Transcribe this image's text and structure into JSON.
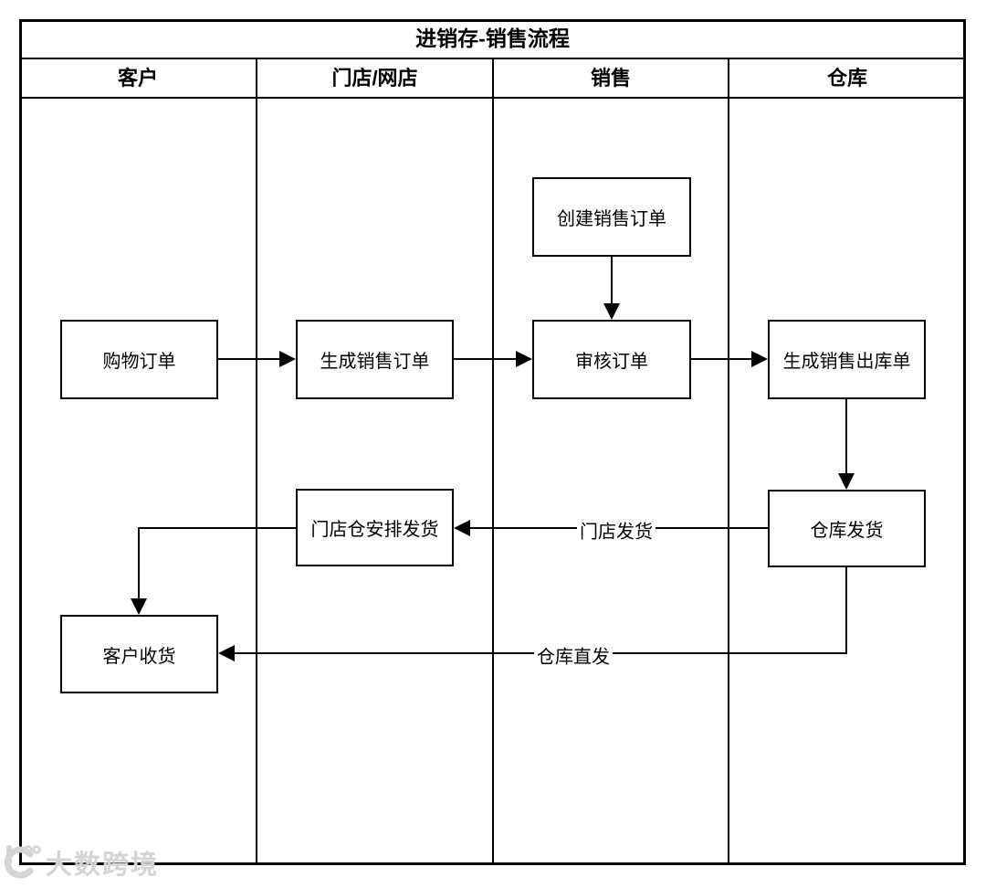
{
  "title": "进销存-销售流程",
  "lanes": [
    {
      "id": "customer",
      "label": "客户"
    },
    {
      "id": "store",
      "label": "门店/网店"
    },
    {
      "id": "sales",
      "label": "销售"
    },
    {
      "id": "warehouse",
      "label": "仓库"
    }
  ],
  "nodes": {
    "create_sales_order": {
      "label": "创建销售订单",
      "lane": "销售"
    },
    "shopping_order": {
      "label": "购物订单",
      "lane": "客户"
    },
    "generate_sales_order": {
      "label": "生成销售订单",
      "lane": "门店/网店"
    },
    "review_order": {
      "label": "审核订单",
      "lane": "销售"
    },
    "generate_sales_outbound": {
      "label": "生成销售出库单",
      "lane": "仓库"
    },
    "warehouse_ship": {
      "label": "仓库发货",
      "lane": "仓库"
    },
    "store_arrange_ship": {
      "label": "门店仓安排发货",
      "lane": "门店/网店"
    },
    "customer_receive": {
      "label": "客户收货",
      "lane": "客户"
    }
  },
  "edges": [
    {
      "from": "创建销售订单",
      "to": "审核订单",
      "label": ""
    },
    {
      "from": "购物订单",
      "to": "生成销售订单",
      "label": ""
    },
    {
      "from": "生成销售订单",
      "to": "审核订单",
      "label": ""
    },
    {
      "from": "审核订单",
      "to": "生成销售出库单",
      "label": ""
    },
    {
      "from": "生成销售出库单",
      "to": "仓库发货",
      "label": ""
    },
    {
      "from": "仓库发货",
      "to": "门店仓安排发货",
      "label": "门店发货"
    },
    {
      "from": "门店仓安排发货",
      "to": "客户收货",
      "label": ""
    },
    {
      "from": "仓库发货",
      "to": "客户收货",
      "label": "仓库直发"
    }
  ],
  "edge_labels": {
    "store_delivery": "门店发货",
    "warehouse_direct": "仓库直发"
  },
  "watermark": {
    "text": "大数跨境"
  },
  "colors": {
    "stroke": "#000000",
    "background": "#ffffff",
    "watermark_gray": "#d5d5d5"
  }
}
